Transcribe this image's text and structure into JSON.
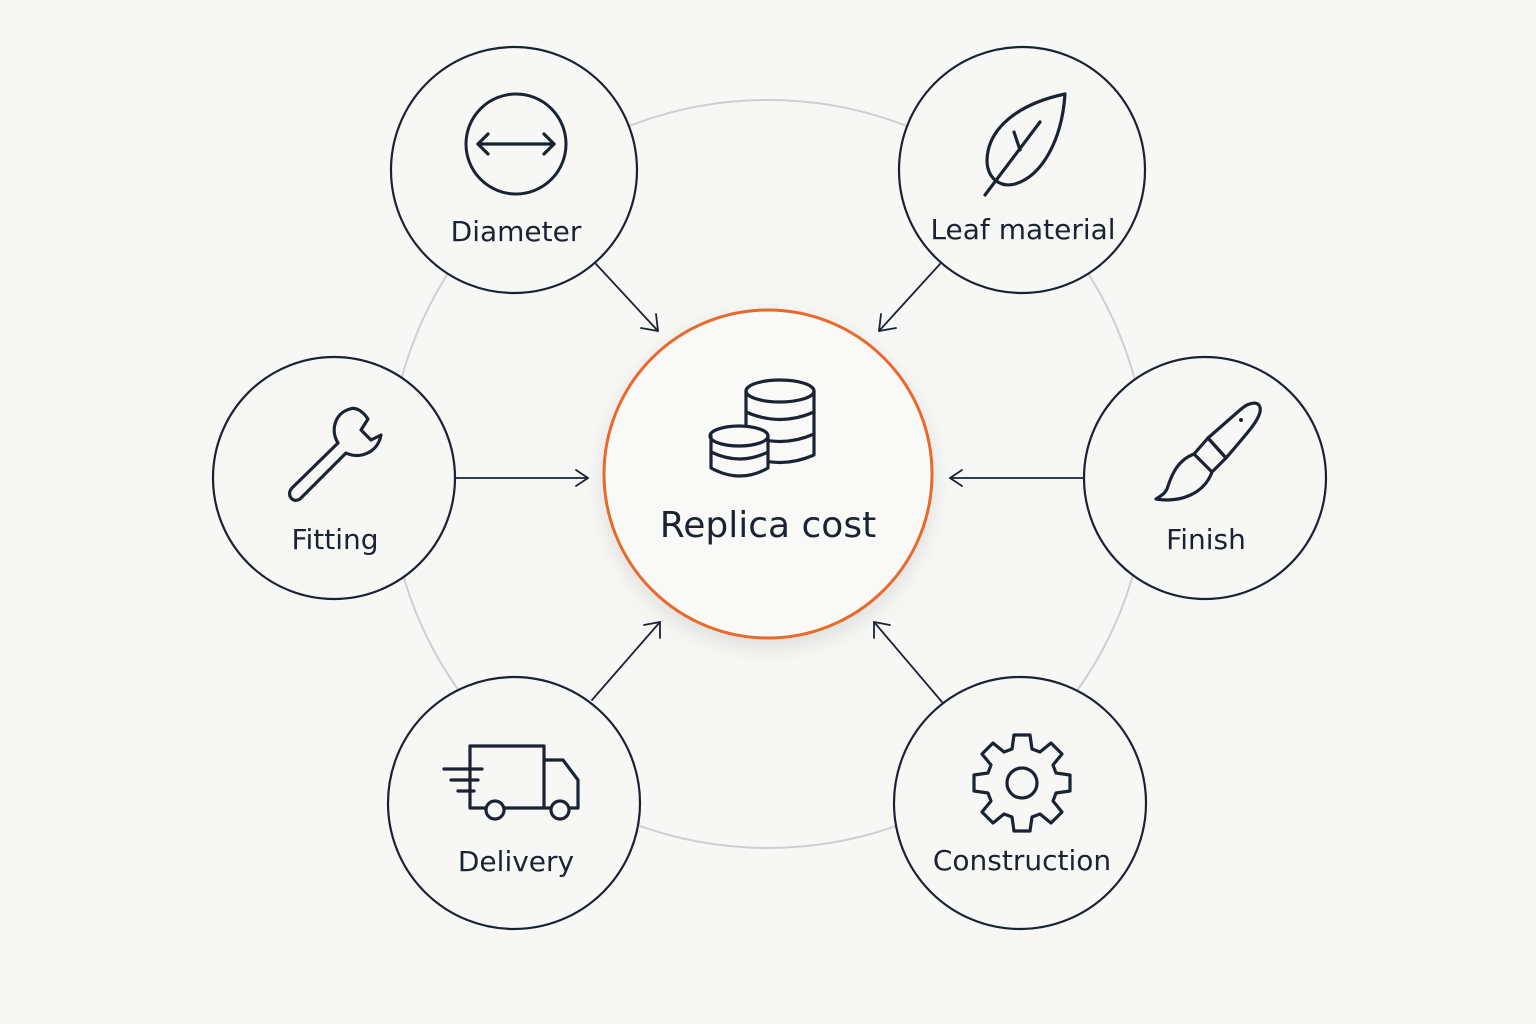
{
  "center": {
    "label": "Replica cost",
    "icon": "coins-stack-icon",
    "accent_color": "#e8692a"
  },
  "factors": [
    {
      "id": "diameter",
      "label": "Diameter",
      "icon": "diameter-icon"
    },
    {
      "id": "leaf-material",
      "label": "Leaf material",
      "icon": "leaf-icon"
    },
    {
      "id": "finish",
      "label": "Finish",
      "icon": "paintbrush-icon"
    },
    {
      "id": "construction",
      "label": "Construction",
      "icon": "gear-icon"
    },
    {
      "id": "delivery",
      "label": "Delivery",
      "icon": "delivery-truck-icon"
    },
    {
      "id": "fitting",
      "label": "Fitting",
      "icon": "wrench-icon"
    }
  ],
  "colors": {
    "ink": "#1b2332",
    "ring": "#cfcfcf",
    "background": "#f7f7f5"
  }
}
